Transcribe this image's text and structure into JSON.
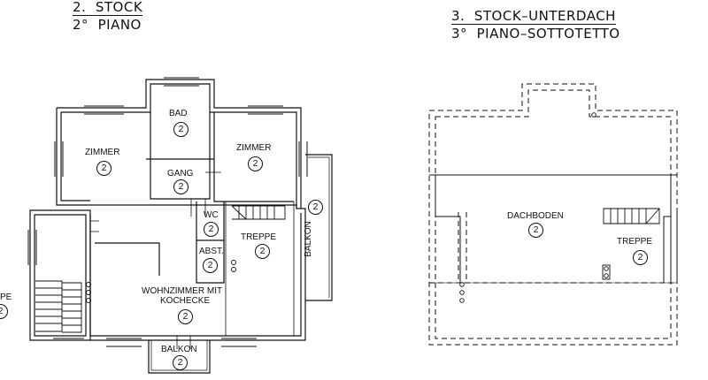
{
  "floor_2": {
    "title_de_num": "2.",
    "title_de": "STOCK",
    "title_it_num": "2°",
    "title_it": "PIANO",
    "rooms": {
      "bad": {
        "label": "BAD",
        "num": "2"
      },
      "zimmer_left": {
        "label": "ZIMMER",
        "num": "2"
      },
      "zimmer_right": {
        "label": "ZIMMER",
        "num": "2"
      },
      "gang": {
        "label": "GANG",
        "num": "2"
      },
      "wc": {
        "label": "WC",
        "num": "2"
      },
      "abst": {
        "label": "ABST.",
        "num": "2"
      },
      "treppe": {
        "label": "TREPPE",
        "num": "2"
      },
      "balkon_right": {
        "label": "BALKON",
        "num": "2"
      },
      "wohnzimmer_line1": "WOHNZIMMER MIT",
      "wohnzimmer_line2": "KOCHECKE",
      "wohnzimmer_num": "2",
      "balkon_bottom": {
        "label": "BALKON",
        "num": "2"
      },
      "treppe_left": {
        "label": "PE",
        "num": "2"
      }
    }
  },
  "floor_3": {
    "title_de_num": "3.",
    "title_de": "STOCK–UNTERDACH",
    "title_it_num": "3°",
    "title_it": "PIANO–SOTTOTETTO",
    "rooms": {
      "dachboden": {
        "label": "DACHBODEN",
        "num": "2"
      },
      "treppe": {
        "label": "TREPPE",
        "num": "2"
      }
    }
  }
}
